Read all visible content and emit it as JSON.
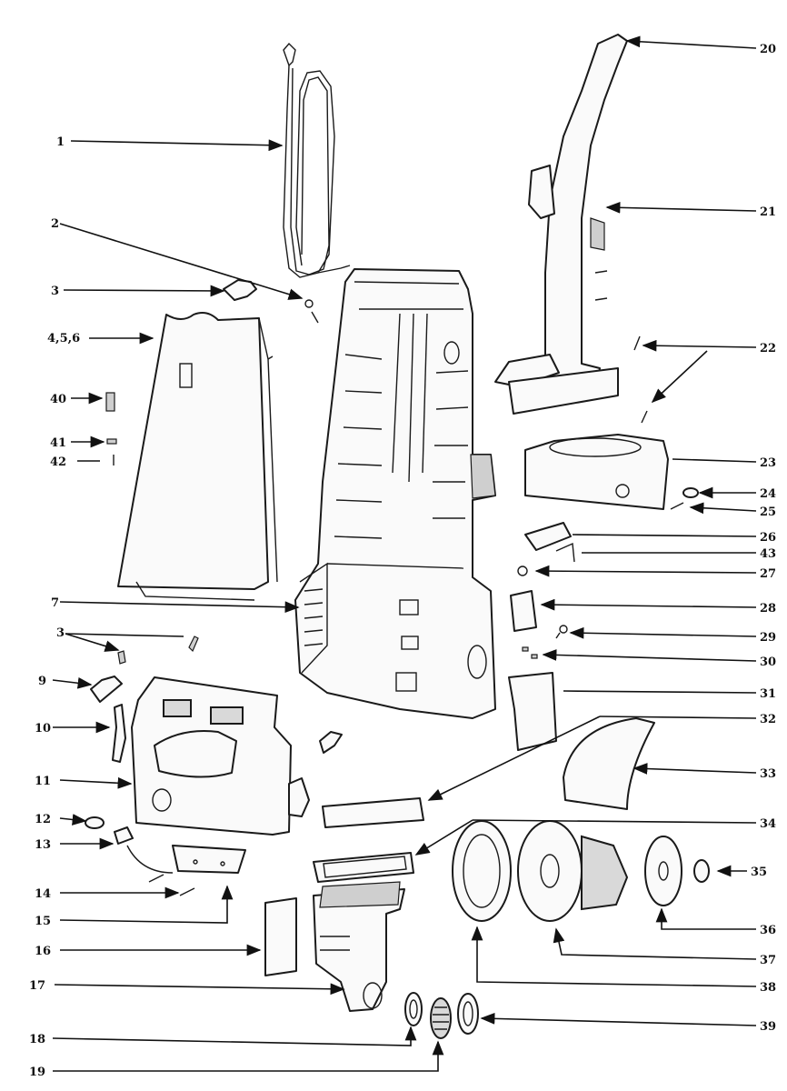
{
  "callouts": [
    {
      "id": "c1",
      "text": "1"
    },
    {
      "id": "c2",
      "text": "2"
    },
    {
      "id": "c3a",
      "text": "3"
    },
    {
      "id": "c456",
      "text": "4,5,6"
    },
    {
      "id": "c40",
      "text": "40"
    },
    {
      "id": "c41",
      "text": "41"
    },
    {
      "id": "c42",
      "text": "42"
    },
    {
      "id": "c7",
      "text": "7"
    },
    {
      "id": "c3b",
      "text": "3"
    },
    {
      "id": "c9",
      "text": "9"
    },
    {
      "id": "c10",
      "text": "10"
    },
    {
      "id": "c11",
      "text": "11"
    },
    {
      "id": "c12",
      "text": "12"
    },
    {
      "id": "c13",
      "text": "13"
    },
    {
      "id": "c14",
      "text": "14"
    },
    {
      "id": "c15",
      "text": "15"
    },
    {
      "id": "c16",
      "text": "16"
    },
    {
      "id": "c17",
      "text": "17"
    },
    {
      "id": "c18",
      "text": "18"
    },
    {
      "id": "c19",
      "text": "19"
    },
    {
      "id": "c20",
      "text": "20"
    },
    {
      "id": "c21",
      "text": "21"
    },
    {
      "id": "c22",
      "text": "22"
    },
    {
      "id": "c23",
      "text": "23"
    },
    {
      "id": "c24",
      "text": "24"
    },
    {
      "id": "c25",
      "text": "25"
    },
    {
      "id": "c26",
      "text": "26"
    },
    {
      "id": "c43",
      "text": "43"
    },
    {
      "id": "c27",
      "text": "27"
    },
    {
      "id": "c28",
      "text": "28"
    },
    {
      "id": "c29",
      "text": "29"
    },
    {
      "id": "c30",
      "text": "30"
    },
    {
      "id": "c31",
      "text": "31"
    },
    {
      "id": "c32",
      "text": "32"
    },
    {
      "id": "c33",
      "text": "33"
    },
    {
      "id": "c34",
      "text": "34"
    },
    {
      "id": "c35",
      "text": "35"
    },
    {
      "id": "c36",
      "text": "36"
    },
    {
      "id": "c37",
      "text": "37"
    },
    {
      "id": "c38",
      "text": "38"
    },
    {
      "id": "c39",
      "text": "39"
    }
  ]
}
